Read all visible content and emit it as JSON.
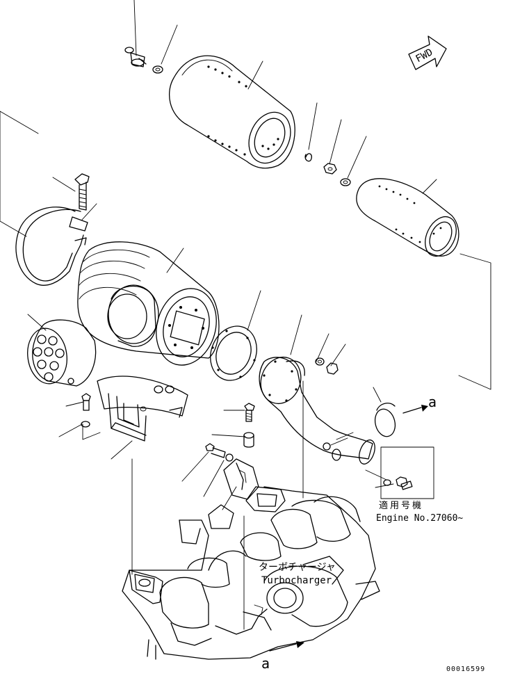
{
  "diagram": {
    "fwd_label": "FWD",
    "callout_a": "a",
    "applicable_label": "適用号機",
    "engine_no_label": "Engine No.27060~",
    "turbocharger_jp": "ターボチャージャ",
    "turbocharger_en": "Turbocharger",
    "catalog_number": "00016599"
  }
}
